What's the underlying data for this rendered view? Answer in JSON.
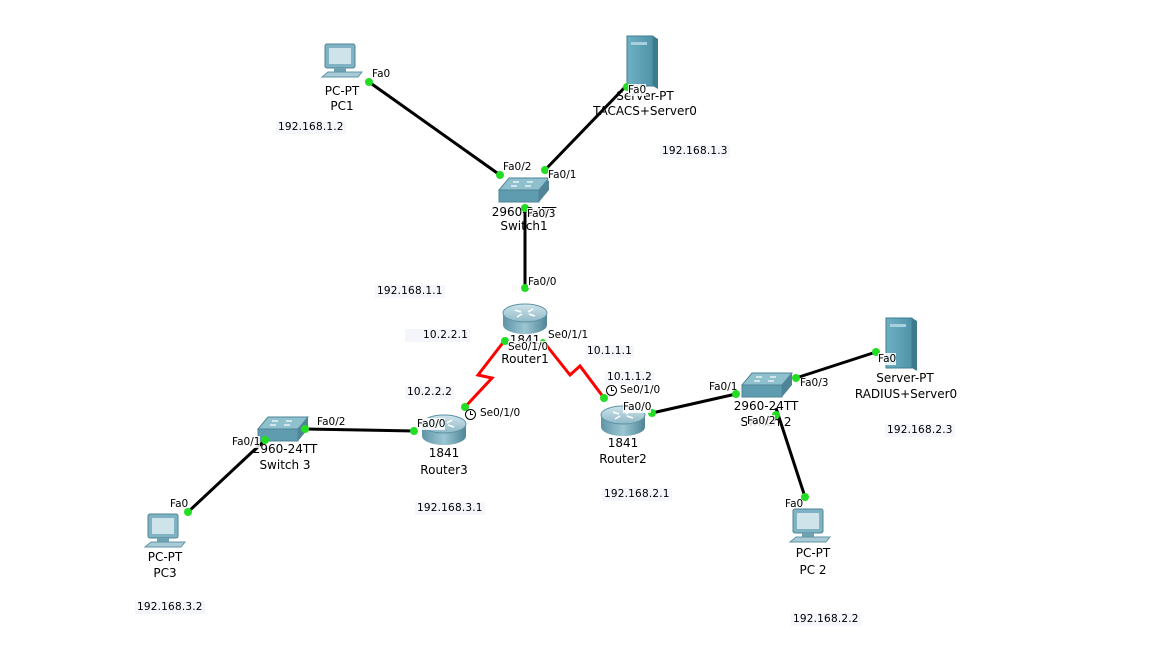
{
  "devices": {
    "pc1": {
      "model": "PC-PT",
      "name": "PC1",
      "ip": "192.168.1.2",
      "port": "Fa0"
    },
    "tacacs_server": {
      "model": "Server-PT",
      "name": "TACACS+Server0",
      "ip": "192.168.1.3",
      "port": "Fa0"
    },
    "switch1": {
      "model": "2960-24TT",
      "name": "Switch1",
      "ports": {
        "to_pc1": "Fa0/2",
        "to_tacacs": "Fa0/1",
        "to_router1": "Fa0/3"
      }
    },
    "router1": {
      "model": "1841",
      "name": "Router1",
      "ip_lan": "192.168.1.1",
      "ports": {
        "to_switch1": "Fa0/0",
        "to_router3": "Se0/1/0",
        "to_router2": "Se0/1/1"
      },
      "ip_to_router3": "10.2.2.1",
      "ip_to_router2": "10.1.1.1"
    },
    "router2": {
      "model": "1841",
      "name": "Router2",
      "ip_lan": "192.168.2.1",
      "ip_serial": "10.1.1.2",
      "ports": {
        "serial": "Se0/1/0",
        "lan": "Fa0/0"
      }
    },
    "router3": {
      "model": "1841",
      "name": "Router3",
      "ip_lan": "192.168.3.1",
      "ip_serial": "10.2.2.2",
      "ports": {
        "serial": "Se0/1/0",
        "lan": "Fa0/0"
      }
    },
    "switch2": {
      "model": "2960-24TT",
      "name": "Switch 2",
      "ports": {
        "to_router2": "Fa0/1",
        "to_radius": "Fa0/3",
        "to_pc2": "Fa0/2"
      }
    },
    "radius_server": {
      "model": "Server-PT",
      "name": "RADIUS+Server0",
      "ip": "192.168.2.3",
      "port": "Fa0"
    },
    "pc2": {
      "model": "PC-PT",
      "name": "PC 2",
      "ip": "192.168.2.2",
      "port": "Fa0"
    },
    "switch3": {
      "model": "2960-24TT",
      "name": "Switch 3",
      "ports": {
        "to_router3": "Fa0/2",
        "to_pc3": "Fa0/1"
      }
    },
    "pc3": {
      "model": "PC-PT",
      "name": "PC3",
      "ip": "192.168.3.2",
      "port": "Fa0"
    }
  },
  "colors": {
    "ethernet_link": "#000000",
    "serial_link": "#ff0000",
    "port_up": "#22dd22",
    "device_teal": "#5aa0b4"
  }
}
